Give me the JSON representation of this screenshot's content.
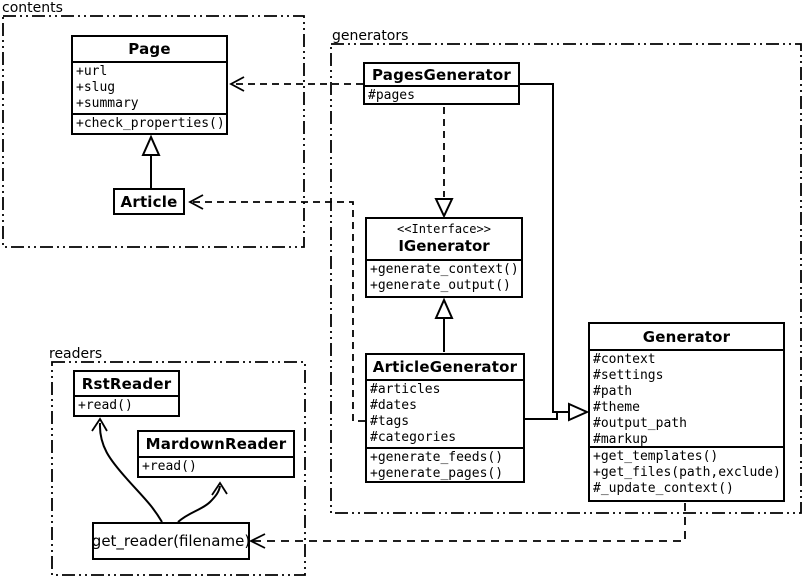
{
  "diagram": {
    "kind": "UML class diagram",
    "colors": {
      "line": "#000000",
      "background": "#ffffff",
      "box_fill": "#ffffff"
    }
  },
  "packages": {
    "contents": {
      "label": "contents"
    },
    "generators": {
      "label": "generators"
    },
    "readers": {
      "label": "readers"
    }
  },
  "classes": {
    "page": {
      "title": "Page",
      "attrs": [
        "+url",
        "+slug",
        "+summary"
      ],
      "methods": [
        "+check_properties()"
      ]
    },
    "article": {
      "title": "Article"
    },
    "pages_generator": {
      "title": "PagesGenerator",
      "attrs": [
        "#pages"
      ]
    },
    "igenerator": {
      "stereotype": "<<Interface>>",
      "title": "IGenerator",
      "methods": [
        "+generate_context()",
        "+generate_output()"
      ]
    },
    "article_generator": {
      "title": "ArticleGenerator",
      "attrs": [
        "#articles",
        "#dates",
        "#tags",
        "#categories"
      ],
      "methods": [
        "+generate_feeds()",
        "+generate_pages()"
      ]
    },
    "generator": {
      "title": "Generator",
      "attrs": [
        "#context",
        "#settings",
        "#path",
        "#theme",
        "#output_path",
        "#markup"
      ],
      "methods": [
        "+get_templates()",
        "+get_files(path,exclude)",
        "#_update_context()"
      ]
    },
    "rst_reader": {
      "title": "RstReader",
      "methods": [
        "+read()"
      ]
    },
    "mardown_reader": {
      "title": "MardownReader",
      "methods": [
        "+read()"
      ]
    },
    "get_reader": {
      "title": "get_reader(filename)"
    }
  },
  "relationships": [
    {
      "from": "Article",
      "to": "Page",
      "type": "inheritance"
    },
    {
      "from": "PagesGenerator",
      "to": "Page",
      "type": "dependency"
    },
    {
      "from": "ArticleGenerator",
      "to": "Article",
      "type": "dependency"
    },
    {
      "from": "PagesGenerator",
      "to": "IGenerator",
      "type": "realization"
    },
    {
      "from": "ArticleGenerator",
      "to": "IGenerator",
      "type": "inheritance"
    },
    {
      "from": "PagesGenerator",
      "to": "Generator",
      "type": "inheritance"
    },
    {
      "from": "ArticleGenerator",
      "to": "Generator",
      "type": "inheritance"
    },
    {
      "from": "Generator",
      "to": "get_reader(filename)",
      "type": "dependency"
    },
    {
      "from": "get_reader(filename)",
      "to": "RstReader",
      "type": "association"
    },
    {
      "from": "get_reader(filename)",
      "to": "MardownReader",
      "type": "association"
    }
  ]
}
